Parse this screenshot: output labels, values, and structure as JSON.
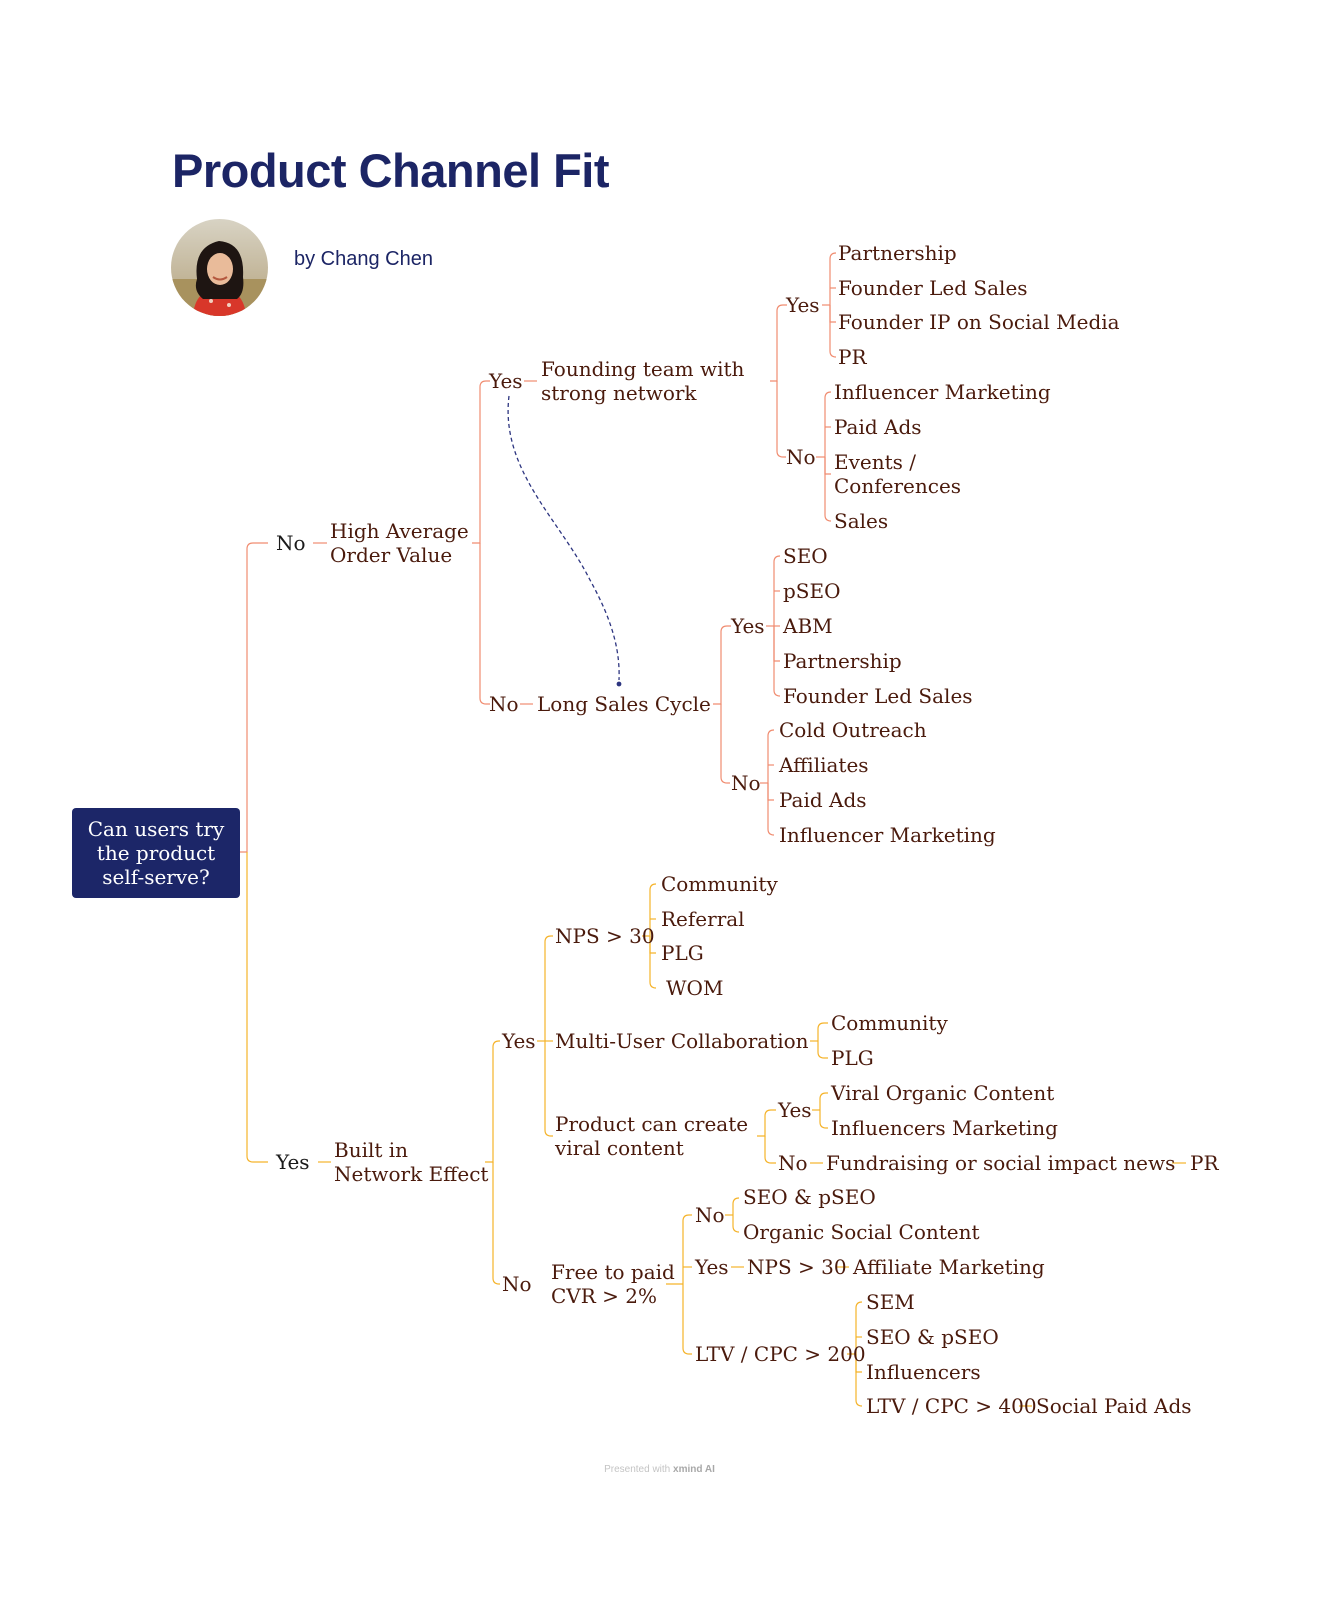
{
  "title": "Product Channel Fit",
  "author": "by Chang Chen",
  "root": {
    "line1": "Can users try",
    "line2": "the product",
    "line3": "self-serve?"
  },
  "footer": {
    "prefix": "Presented with",
    "brand": "xmind AI"
  },
  "colors": {
    "title": "#1c2565",
    "root_fill": "#1c2668",
    "text": "#4a1a0c",
    "no_branch_line": "#f08c70",
    "yes_branch_line": "#f5b32a",
    "dashed_relationship": "#2d3580"
  },
  "tree": {
    "no_branch": {
      "answer": "No",
      "question": [
        "High Average",
        "Order Value"
      ],
      "yes_answer": "Yes",
      "founding": [
        "Founding team with",
        "strong network"
      ],
      "founding_yes": "Yes",
      "founding_yes_items": [
        "Partnership",
        "Founder Led Sales",
        "Founder IP on Social Media",
        "PR"
      ],
      "founding_no": "No",
      "founding_no_items": [
        "Influencer Marketing",
        "Paid Ads",
        "Events /",
        "Conferences",
        "Sales"
      ],
      "no_answer": "No",
      "long_sales": "Long Sales Cycle",
      "long_yes": "Yes",
      "long_yes_items": [
        "SEO",
        "pSEO",
        "ABM",
        "Partnership",
        "Founder Led Sales"
      ],
      "long_no": "No",
      "long_no_items": [
        "Cold Outreach",
        "Affiliates",
        "Paid Ads",
        "Influencer Marketing"
      ]
    },
    "yes_branch": {
      "answer": "Yes",
      "question": [
        "Built in",
        "Network Effect"
      ],
      "yes_answer": "Yes",
      "nps": "NPS > 30",
      "nps_items": [
        "Community",
        "Referral",
        "PLG",
        "WOM"
      ],
      "multi": "Multi-User Collaboration",
      "multi_items": [
        "Community",
        "PLG"
      ],
      "viral": [
        "Product can create",
        "viral content"
      ],
      "viral_yes": "Yes",
      "viral_yes_items": [
        "Viral Organic Content",
        "Influencers Marketing"
      ],
      "viral_no": "No",
      "viral_no_item": "Fundraising or social impact news",
      "viral_no_leaf": "PR",
      "no_answer": "No",
      "free": [
        "Free to paid",
        "CVR > 2%"
      ],
      "free_no": "No",
      "free_no_items": [
        "SEO & pSEO",
        "Organic Social Content"
      ],
      "free_yes": "Yes",
      "free_yes_nps": "NPS > 30",
      "free_yes_leaf": "Affiliate Marketing",
      "ltv": "LTV / CPC > 200",
      "ltv_items": [
        "SEM",
        "SEO & pSEO",
        "Influencers"
      ],
      "ltv400": "LTV / CPC > 400",
      "ltv400_leaf": "Social Paid Ads"
    }
  }
}
